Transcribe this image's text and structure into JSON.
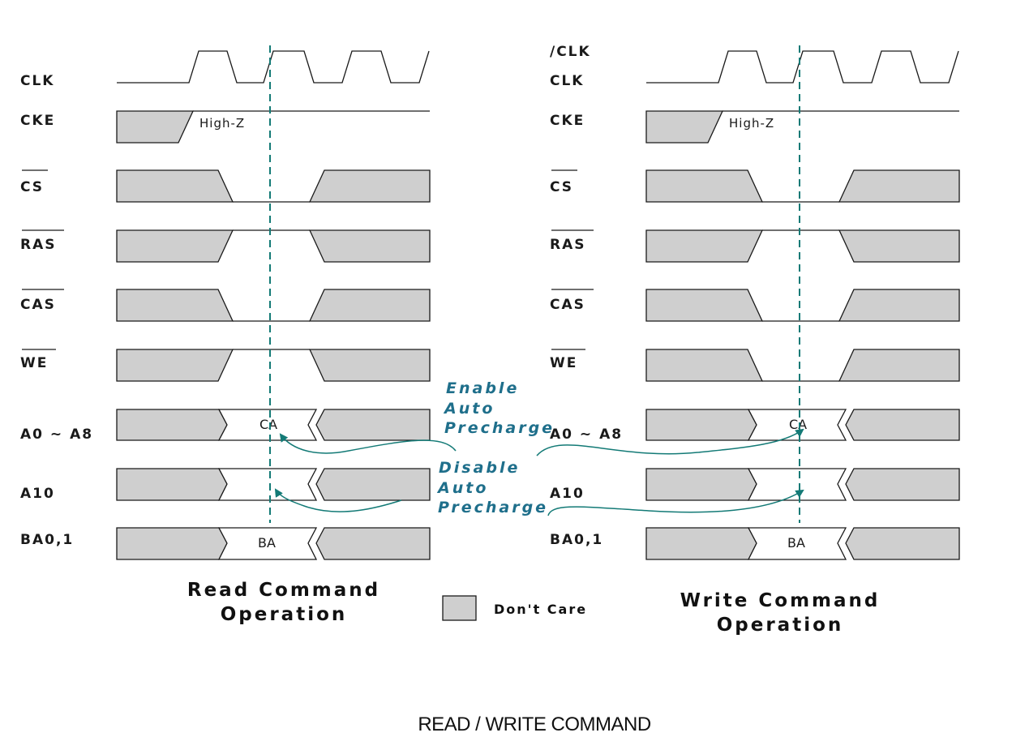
{
  "diagram": {
    "signals": {
      "clk_bar": "/CLK",
      "clk": "CLK",
      "cke": "CKE",
      "cs": "CS",
      "ras": "RAS",
      "cas": "CAS",
      "we": "WE",
      "a0_a8": "A0 ~ A8",
      "a10": "A10",
      "ba": "BA0,1"
    },
    "high_z": "High-Z",
    "ca": "CA",
    "ba_value": "BA",
    "read_caption": [
      "Read Command",
      "Operation"
    ],
    "write_caption": [
      "Write Command",
      "Operation"
    ],
    "enable_note": [
      "Enable",
      "Auto",
      "Precharge"
    ],
    "disable_note": [
      "Disable",
      "Auto",
      "Precharge"
    ],
    "legend": "Don't Care",
    "footer": "READ / WRITE COMMAND",
    "colors": {
      "dont_care_fill": "#cfcfcf",
      "marker": "#137a76",
      "note_text": "#1f6f8b"
    }
  }
}
